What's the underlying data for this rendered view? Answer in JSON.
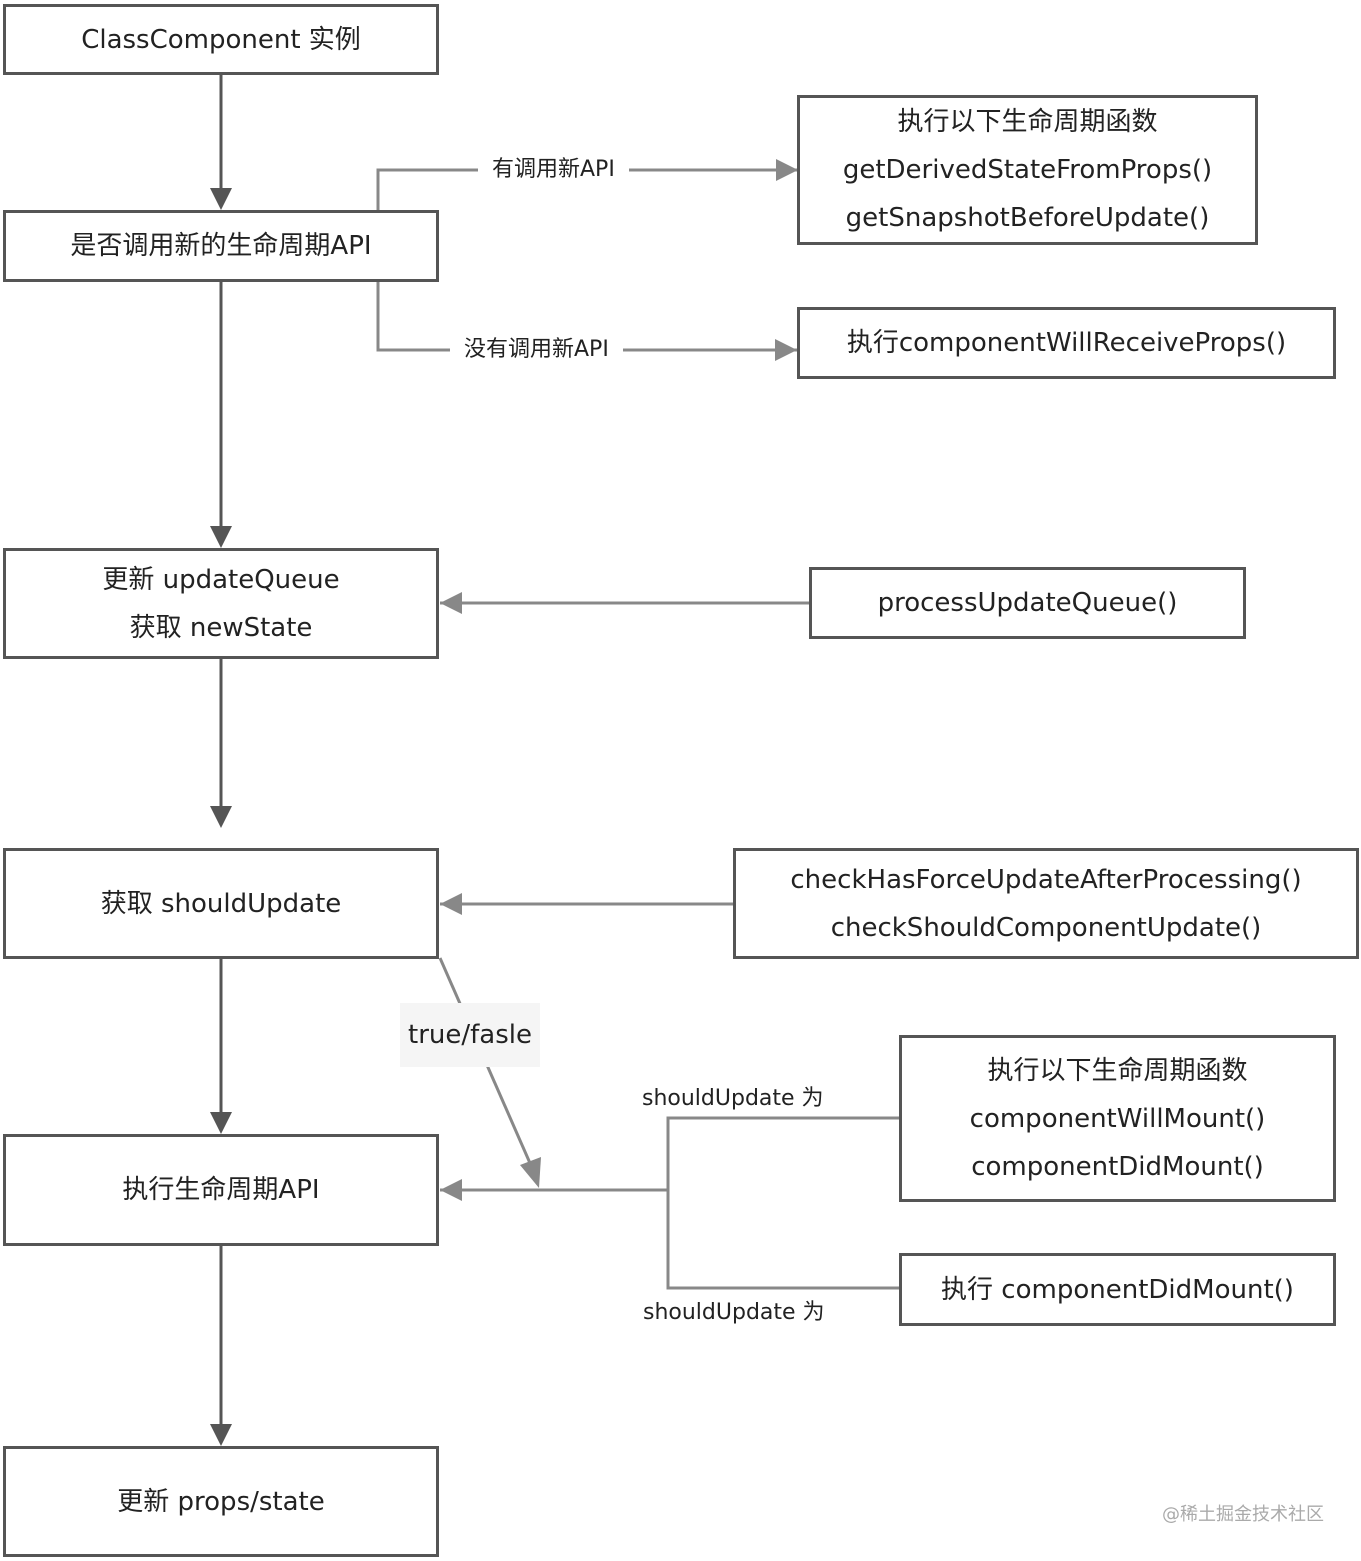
{
  "main_flow": {
    "class_instance": "ClassComponent 实例",
    "check_new_api": "是否调用新的生命周期API",
    "update_queue": {
      "line1": "更新 updateQueue",
      "line2": "获取 newState"
    },
    "get_should_update": "获取 shouldUpdate",
    "run_lifecycle": "执行生命周期API",
    "update_props_state": "更新 props/state"
  },
  "side_boxes": {
    "new_api_box": {
      "line1": "执行以下生命周期函数",
      "line2": "getDerivedStateFromProps()",
      "line3": "getSnapshotBeforeUpdate()"
    },
    "old_api_box": "执行componentWillReceiveProps()",
    "process_queue": "processUpdateQueue()",
    "checks_box": {
      "line1": "checkHasForceUpdateAfterProcessing()",
      "line2": "checkShouldComponentUpdate()"
    },
    "mount_true_box": {
      "line1": "执行以下生命周期函数",
      "line2": "componentWillMount()",
      "line3": "componentDidMount()"
    },
    "mount_false_box": "执行 componentDidMount()"
  },
  "edge_labels": {
    "has_new_api": "有调用新API",
    "no_new_api": "没有调用新API",
    "true_false": "true/fasle",
    "should_update_top": "shouldUpdate 为",
    "should_update_bottom": "shouldUpdate 为"
  },
  "watermark": "@稀土掘金技术社区"
}
